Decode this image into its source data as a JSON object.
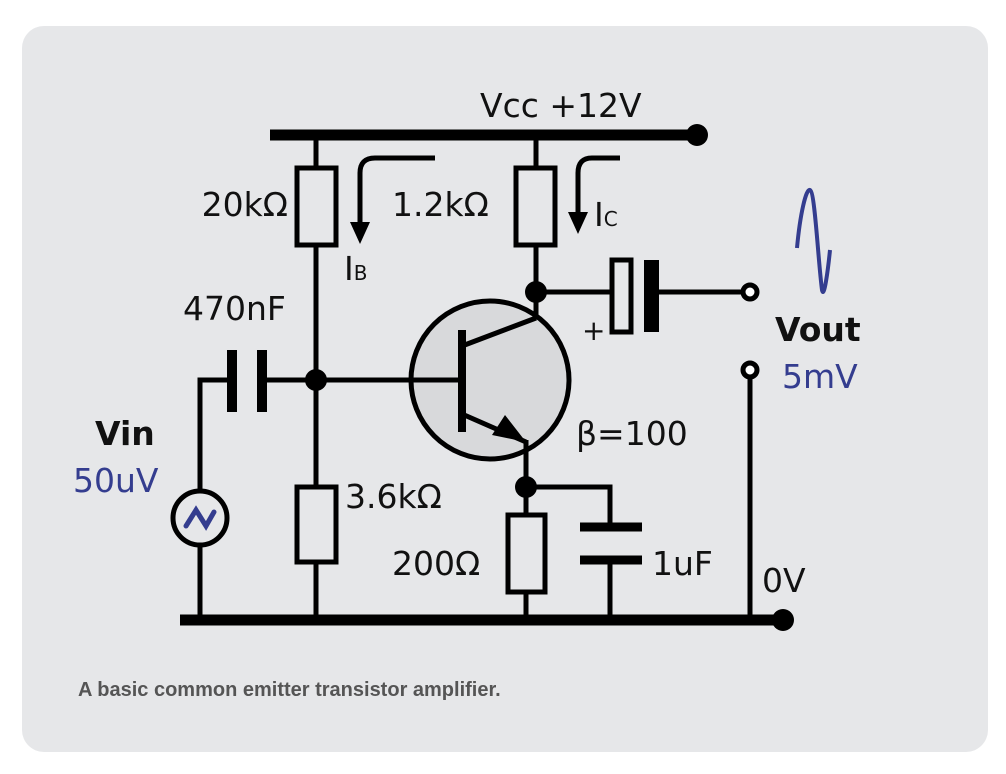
{
  "supply_label": "Vcc +12V",
  "ground_label": "0V",
  "components": {
    "r_bias_top": "20kΩ",
    "r_bias_bottom": "3.6kΩ",
    "r_collector": "1.2kΩ",
    "r_emitter": "200Ω",
    "c_input": "470nF",
    "c_emitter": "1uF",
    "c_output_polarity": "+",
    "transistor_gain": "β=100"
  },
  "currents": {
    "base": "I",
    "base_sub": "B",
    "collector": "I",
    "collector_sub": "C"
  },
  "input": {
    "label": "Vin",
    "value": "50uV"
  },
  "output": {
    "label": "Vout",
    "value": "5mV"
  },
  "caption": "A basic common emitter transistor amplifier.",
  "colors": {
    "wire": "#000000",
    "signal": "#343d8f",
    "background": "#e6e7e9",
    "transistor_fill": "#d8d9db",
    "caption": "#555555"
  }
}
